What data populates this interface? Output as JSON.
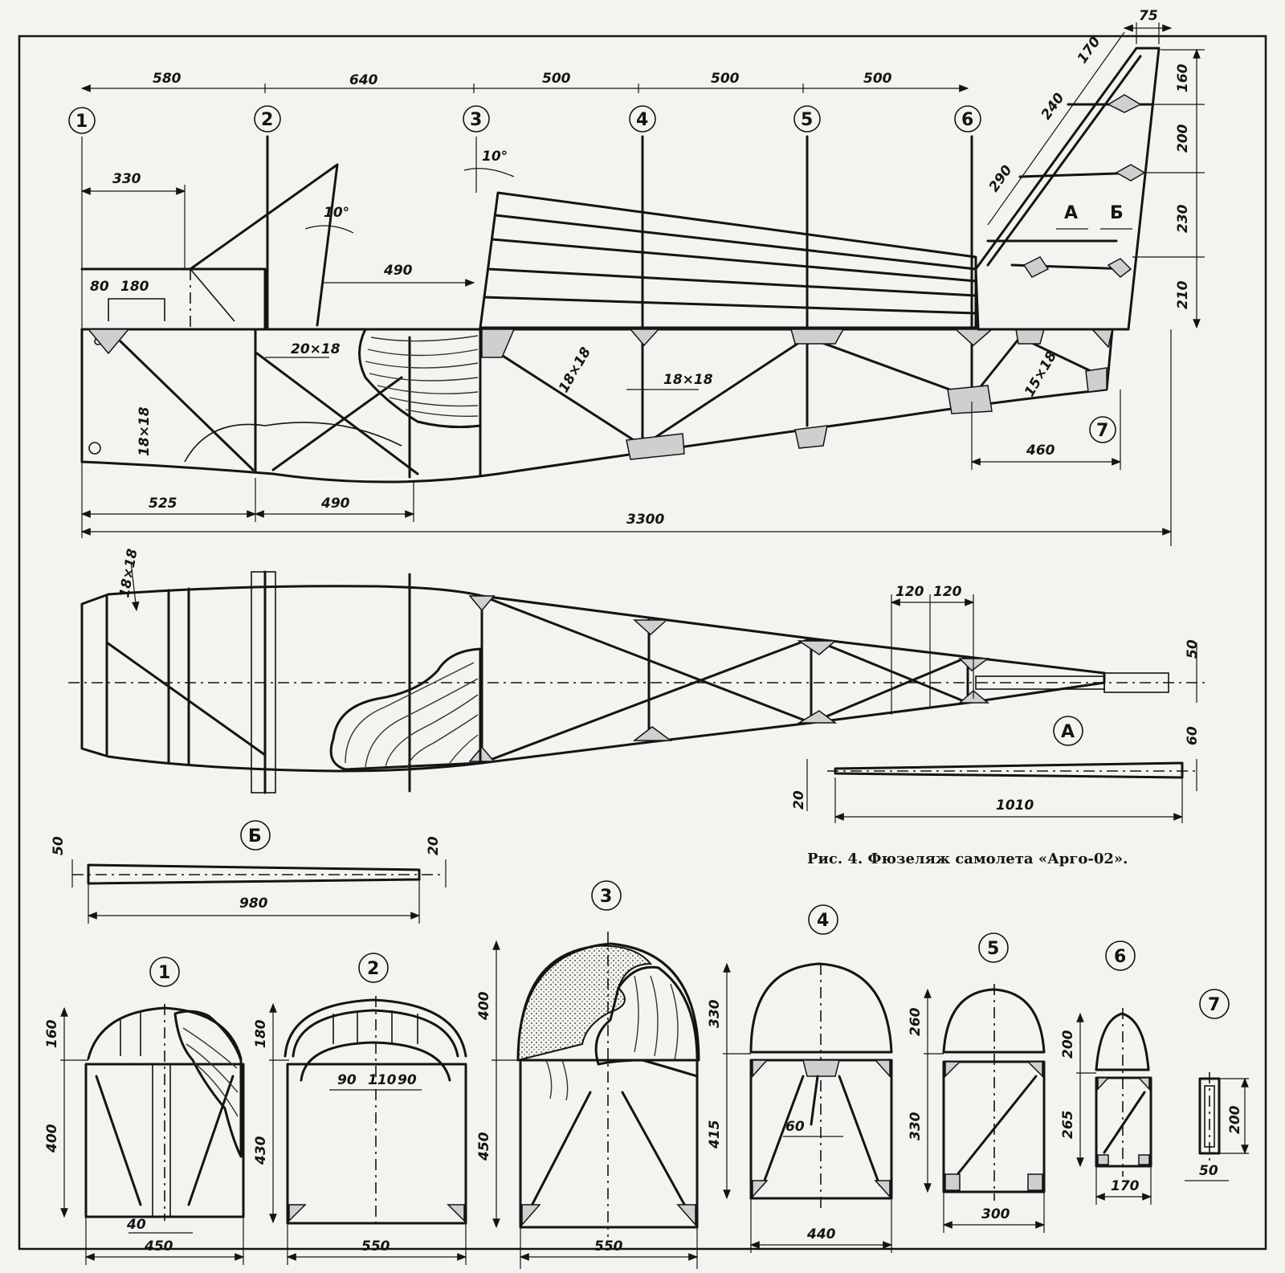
{
  "caption": "Рис. 4. Фюзеляж самолета «Арго-02».",
  "frame_markers": [
    "1",
    "2",
    "3",
    "4",
    "5",
    "6",
    "7"
  ],
  "detail_markers": {
    "a": "А",
    "b": "Б"
  },
  "side_view": {
    "top_dims": [
      "580",
      "640",
      "500",
      "500",
      "500"
    ],
    "fin_dims": [
      "75",
      "170",
      "240",
      "290"
    ],
    "fin_heights": [
      "160",
      "200",
      "230",
      "210"
    ],
    "misc": {
      "d330": "330",
      "d80": "80",
      "d180": "180",
      "d490_top": "490",
      "angle1": "10°",
      "angle2": "10°"
    },
    "members": {
      "m20x18": "20×18",
      "m18x18a": "18×18",
      "m18x18b": "18×18",
      "m18x18c": "18×18",
      "m15x18": "15×18"
    },
    "bottom_dims": {
      "d525": "525",
      "d490": "490",
      "d3300": "3300",
      "d460": "460"
    },
    "fin_letters": {
      "a": "А",
      "b": "Б"
    }
  },
  "top_view": {
    "member": "18×18",
    "dims": {
      "d120a": "120",
      "d120b": "120",
      "d50": "50",
      "d60": "60",
      "d20": "20",
      "d1010": "1010"
    }
  },
  "detail_b": {
    "d50": "50",
    "d20": "20",
    "d980": "980"
  },
  "sections": {
    "s1": {
      "top": "160",
      "bottom": "400",
      "width": "450",
      "inner": "40"
    },
    "s2": {
      "top": "180",
      "bottom": "430",
      "width": "550",
      "w90a": "90",
      "w110": "110",
      "w90b": "90"
    },
    "s3": {
      "top": "400",
      "bottom": "450",
      "width": "550"
    },
    "s4": {
      "top": "330",
      "bottom": "415",
      "width": "440",
      "inner": "60"
    },
    "s5": {
      "top": "260",
      "bottom": "330",
      "width": "300"
    },
    "s6": {
      "top": "200",
      "bottom": "265",
      "width": "170"
    },
    "s7": {
      "height": "200",
      "width": "50"
    }
  }
}
